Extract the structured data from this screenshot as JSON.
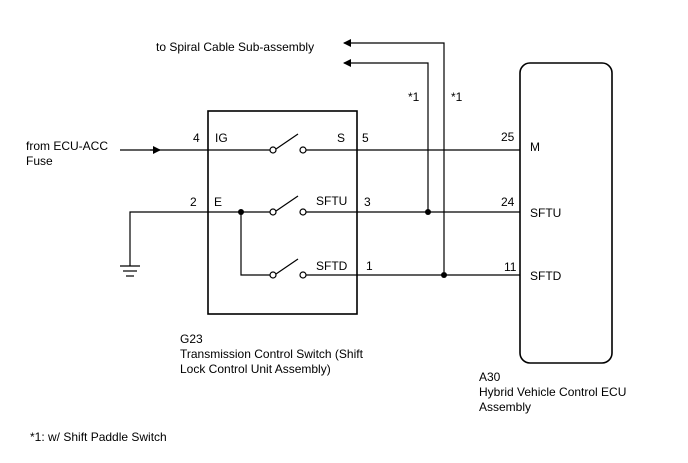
{
  "labels": {
    "to_spiral": "to Spiral Cable Sub-assembly",
    "from_ecu_acc_line1": "from ECU-ACC",
    "from_ecu_acc_line2": "Fuse",
    "note_mark_a": "*1",
    "note_mark_b": "*1",
    "footnote": "*1: w/ Shift Paddle Switch"
  },
  "switch_component": {
    "code": "G23",
    "name_line1": "Transmission Control Switch (Shift",
    "name_line2": "Lock Control Unit Assembly)",
    "pins": [
      {
        "number": "4",
        "name": "IG"
      },
      {
        "number": "2",
        "name": "E"
      }
    ],
    "outputs": [
      {
        "number": "5",
        "name": "S"
      },
      {
        "number": "3",
        "name": "SFTU"
      },
      {
        "number": "1",
        "name": "SFTD"
      }
    ]
  },
  "ecu_component": {
    "code": "A30",
    "name_line1": "Hybrid Vehicle Control ECU",
    "name_line2": "Assembly",
    "pins": [
      {
        "number": "25",
        "name": "M"
      },
      {
        "number": "24",
        "name": "SFTU"
      },
      {
        "number": "11",
        "name": "SFTD"
      }
    ]
  }
}
